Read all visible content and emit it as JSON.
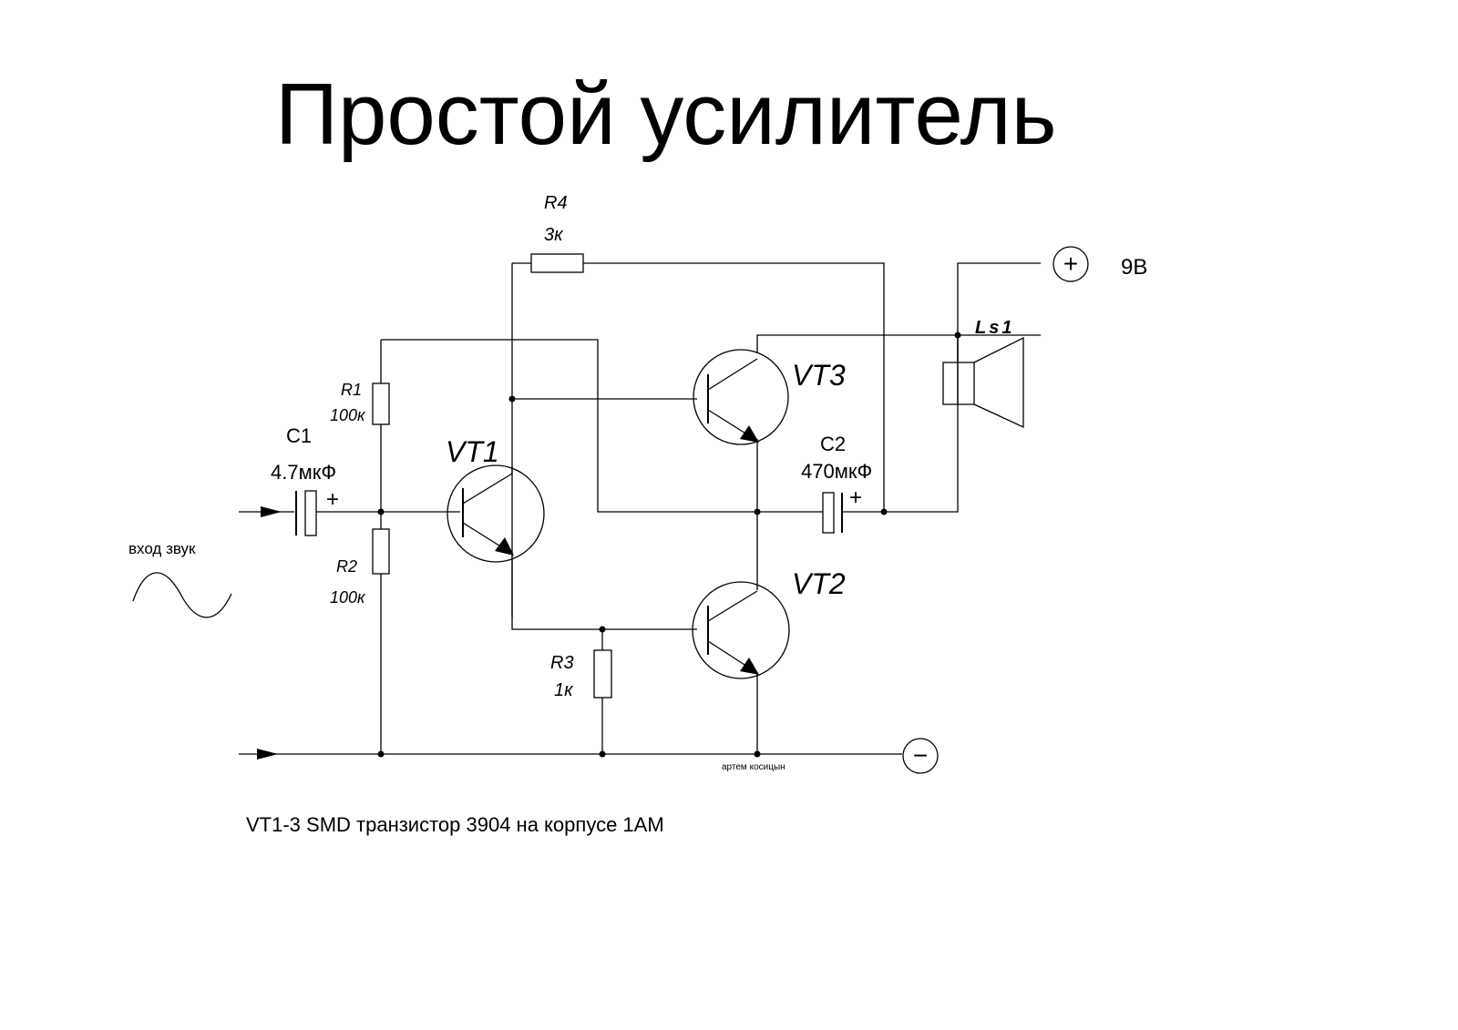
{
  "title": "Простой усилитель",
  "components": {
    "r1": {
      "ref": "R1",
      "value": "100к"
    },
    "r2": {
      "ref": "R2",
      "value": "100к"
    },
    "r3": {
      "ref": "R3",
      "value": "1к"
    },
    "r4": {
      "ref": "R4",
      "value": "3к"
    },
    "c1": {
      "ref": "C1",
      "value": "4.7мкФ",
      "polarity": "+"
    },
    "c2": {
      "ref": "C2",
      "value": "470мкФ",
      "polarity": "+"
    },
    "vt1": {
      "ref": "VT1"
    },
    "vt2": {
      "ref": "VT2"
    },
    "vt3": {
      "ref": "VT3"
    },
    "ls1": {
      "ref": "Ls1"
    }
  },
  "power": {
    "plus_symbol": "+",
    "minus_symbol": "−",
    "voltage": "9В"
  },
  "input_label": "вход звук",
  "author": "артем косицын",
  "footnote": "VT1-3 SMD транзистор 3904 на корпусе 1АМ"
}
